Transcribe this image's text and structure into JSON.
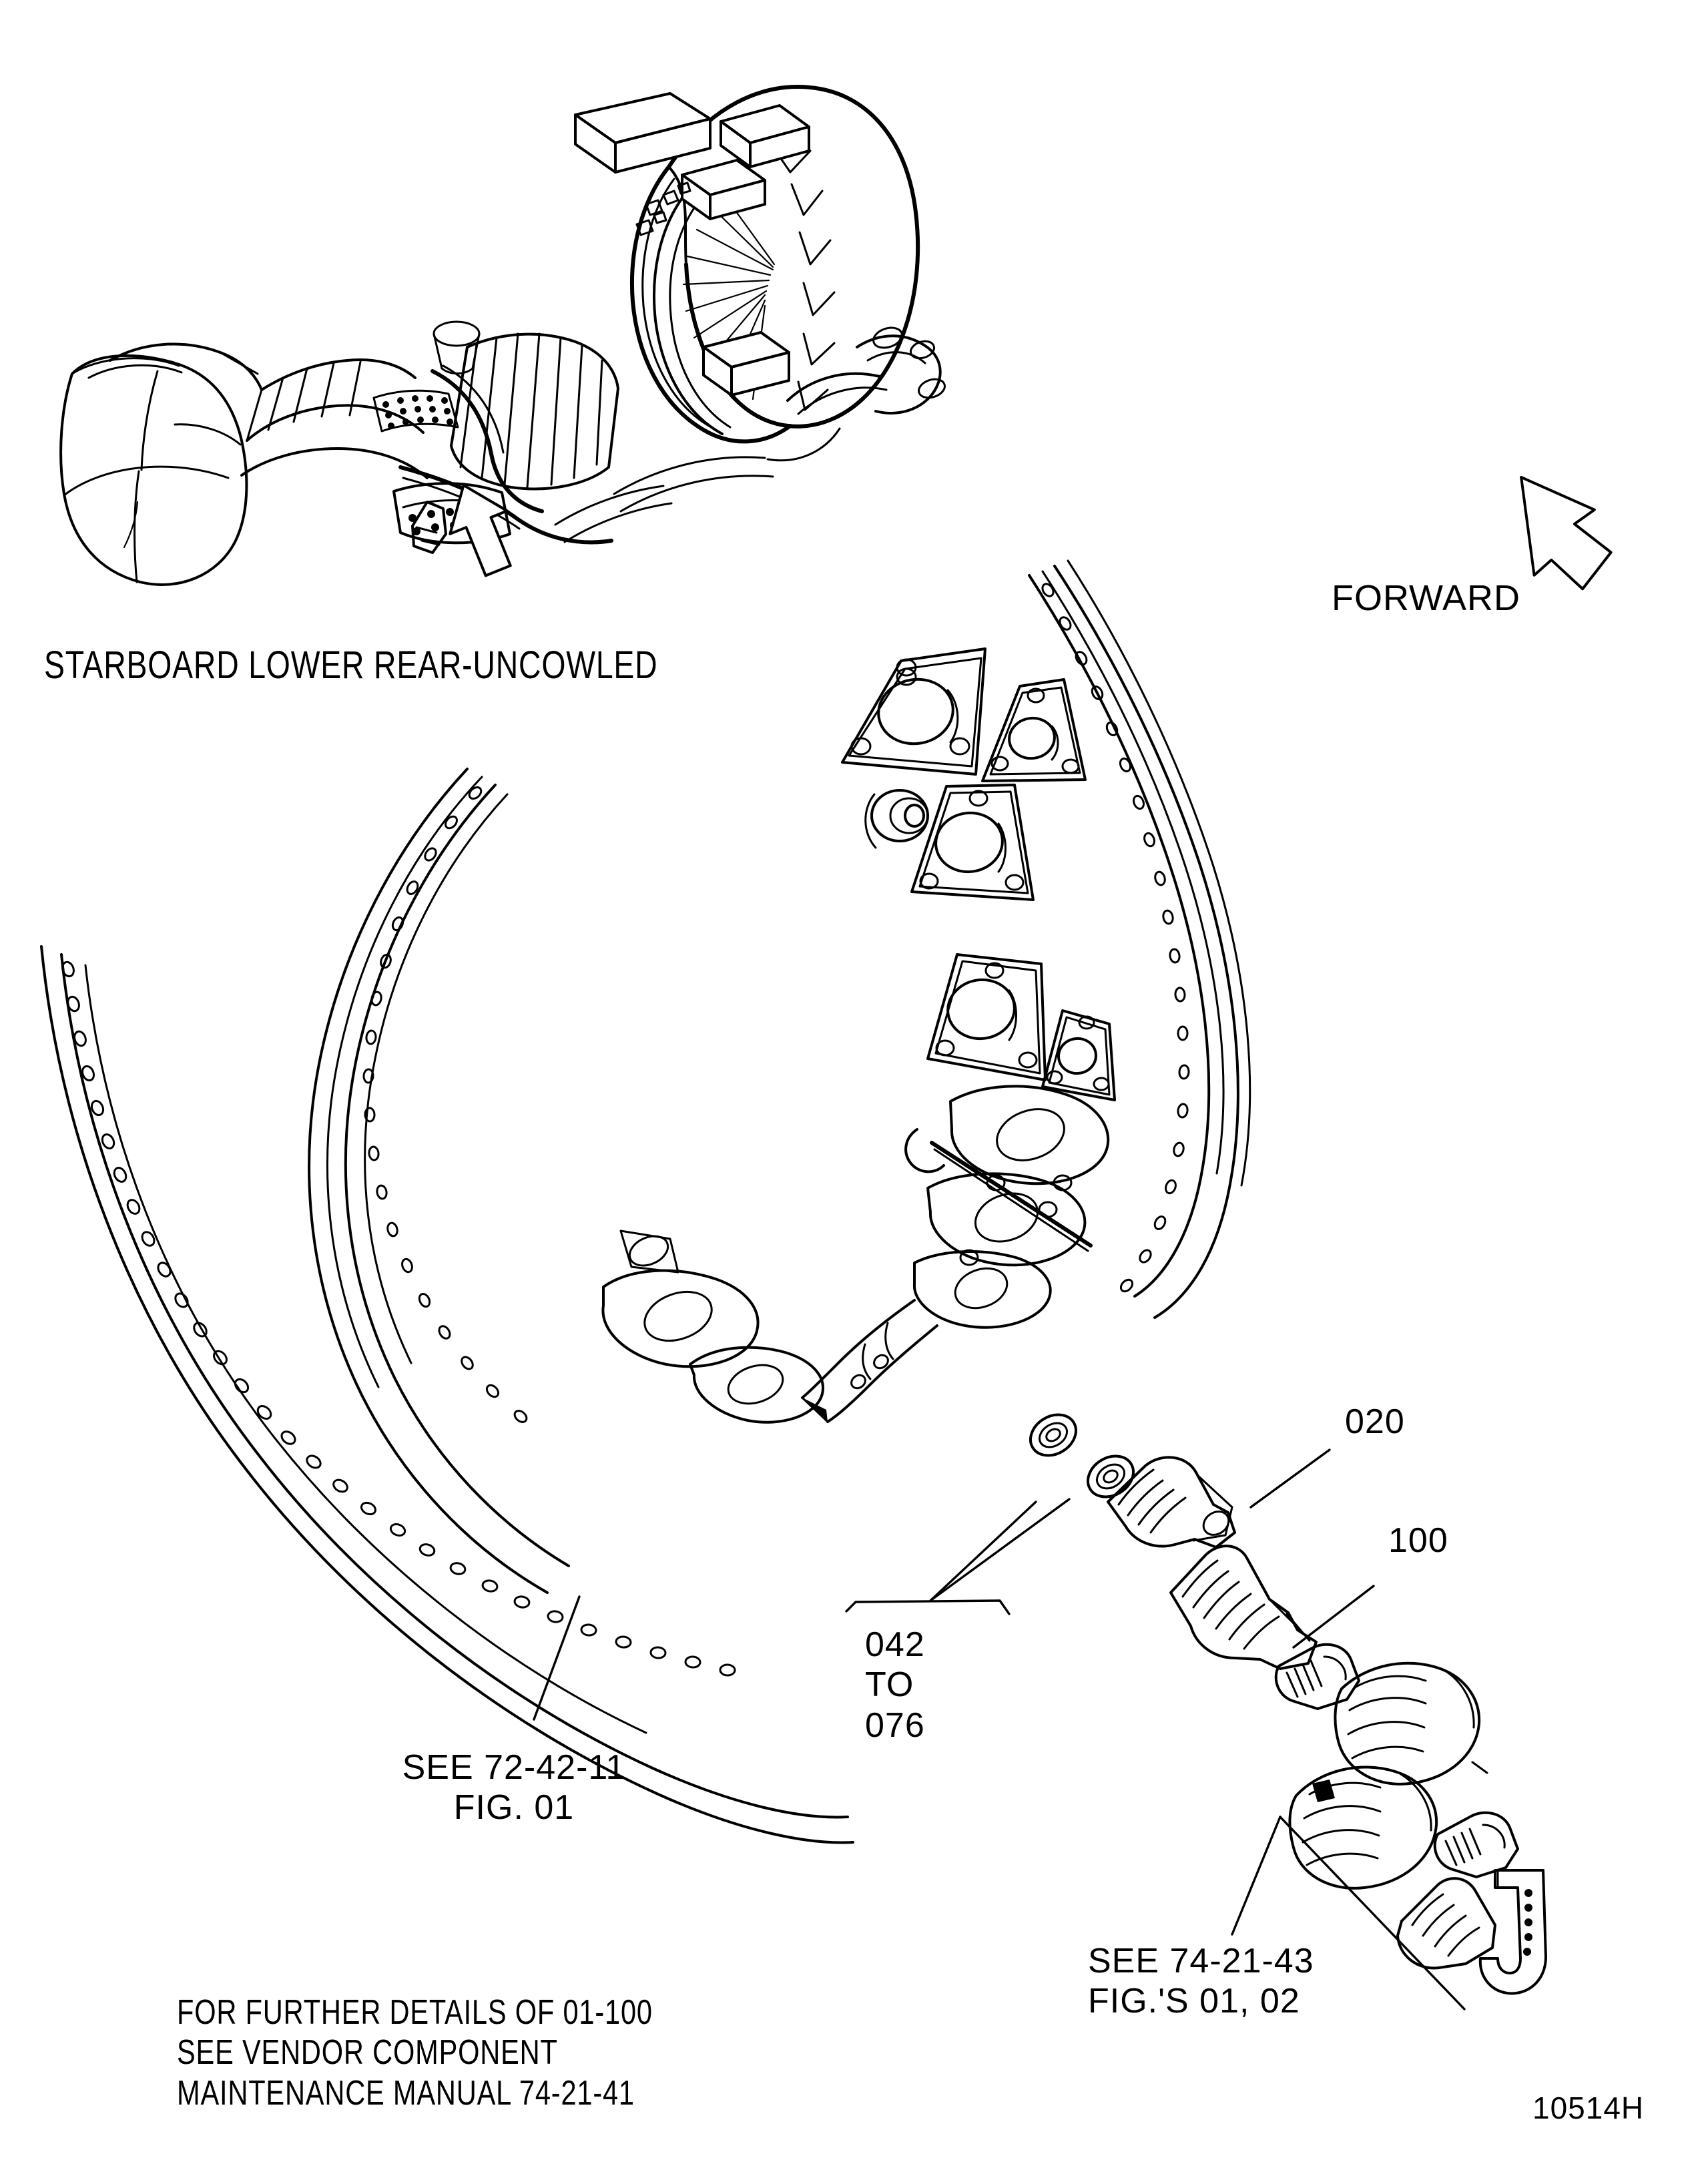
{
  "figure": {
    "id": "10514H",
    "domain": "aircraft-engine-illustrated-parts-catalog"
  },
  "view_inset": {
    "caption": "STARBOARD LOWER REAR-UNCOWLED",
    "view_arrow": "view-direction-arrow"
  },
  "orientation": {
    "label": "FORWARD",
    "arrow": "forward-arrow"
  },
  "callouts": [
    {
      "id": "c-020",
      "text": "020"
    },
    {
      "id": "c-100",
      "text": "100"
    }
  ],
  "range_callout": {
    "line1": "042",
    "line2": "TO",
    "line3": "076"
  },
  "references": [
    {
      "id": "ref-72-42-11",
      "line1": "SEE 72-42-11",
      "line2": "FIG. 01"
    },
    {
      "id": "ref-74-21-43",
      "line1": "SEE 74-21-43",
      "line2": "FIG.'S 01, 02"
    }
  ],
  "note": {
    "line1": "FOR FURTHER DETAILS OF 01-100",
    "line2": "SEE VENDOR COMPONENT",
    "line3": "MAINTENANCE MANUAL 74-21-41"
  },
  "colors": {
    "ink": "#000000",
    "paper": "#ffffff"
  }
}
